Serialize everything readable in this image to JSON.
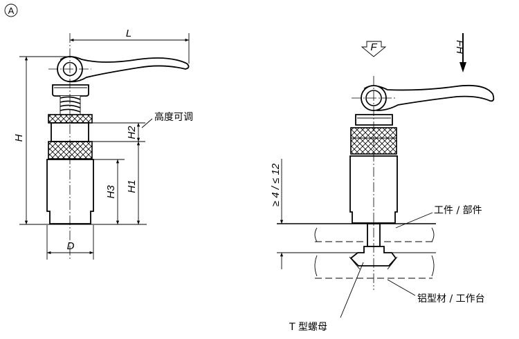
{
  "view_marker": "A",
  "dimensions": {
    "L": "L",
    "H": "H",
    "H1": "H1",
    "H2": "H2",
    "H3": "H3",
    "D": "D",
    "clamp_range": "≥ 4 / ≤ 12"
  },
  "forces": {
    "F": "F",
    "FH": "FH"
  },
  "annotations": {
    "height_adjustable": "高度可调",
    "workpiece": "工件 / 部件",
    "profile_table": "铝型材 / 工作台",
    "t_nut": "T 型螺母"
  }
}
